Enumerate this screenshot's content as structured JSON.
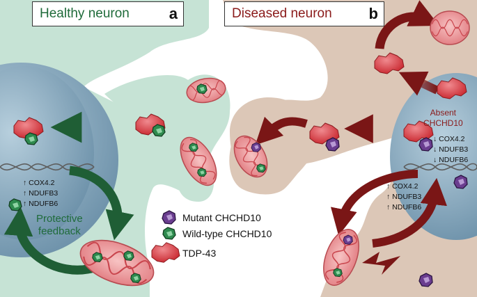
{
  "panel_a": {
    "title": "Healthy neuron",
    "letter": "a",
    "gene_list": [
      "↑ COX4.2",
      "↑ NDUFB3",
      "↑ NDUFB6"
    ],
    "feedback_line1": "Protective",
    "feedback_line2": "feedback"
  },
  "panel_b": {
    "title": "Diseased neuron",
    "letter": "b",
    "absent_line1": "Absent",
    "absent_line2": "CHCHD10",
    "down_list": [
      "↓ COX4.2",
      "↓ NDUFB3",
      "↓ NDUFB6"
    ],
    "up_list": [
      "↑ COX4.2",
      "↑ NDUFB3",
      "↑ NDUFB6"
    ]
  },
  "legend": {
    "items": [
      {
        "label": "Mutant CHCHD10",
        "icon": "mutant-chchd10-icon",
        "color": "#6a3d8f"
      },
      {
        "label": "Wild-type CHCHD10",
        "icon": "wildtype-chchd10-icon",
        "color": "#2e8a4e"
      },
      {
        "label": "TDP-43",
        "icon": "tdp43-icon",
        "color": "#d9343c"
      }
    ]
  },
  "colors": {
    "healthy_cell": "#c6e3d5",
    "diseased_cell": "#dcc7b7",
    "nucleus": "#8fb0c4",
    "healthy_arrow": "#1f5e35",
    "diseased_arrow": "#7a1616",
    "healthy_title": "#1f6b3a",
    "diseased_title": "#8a1a1a"
  }
}
